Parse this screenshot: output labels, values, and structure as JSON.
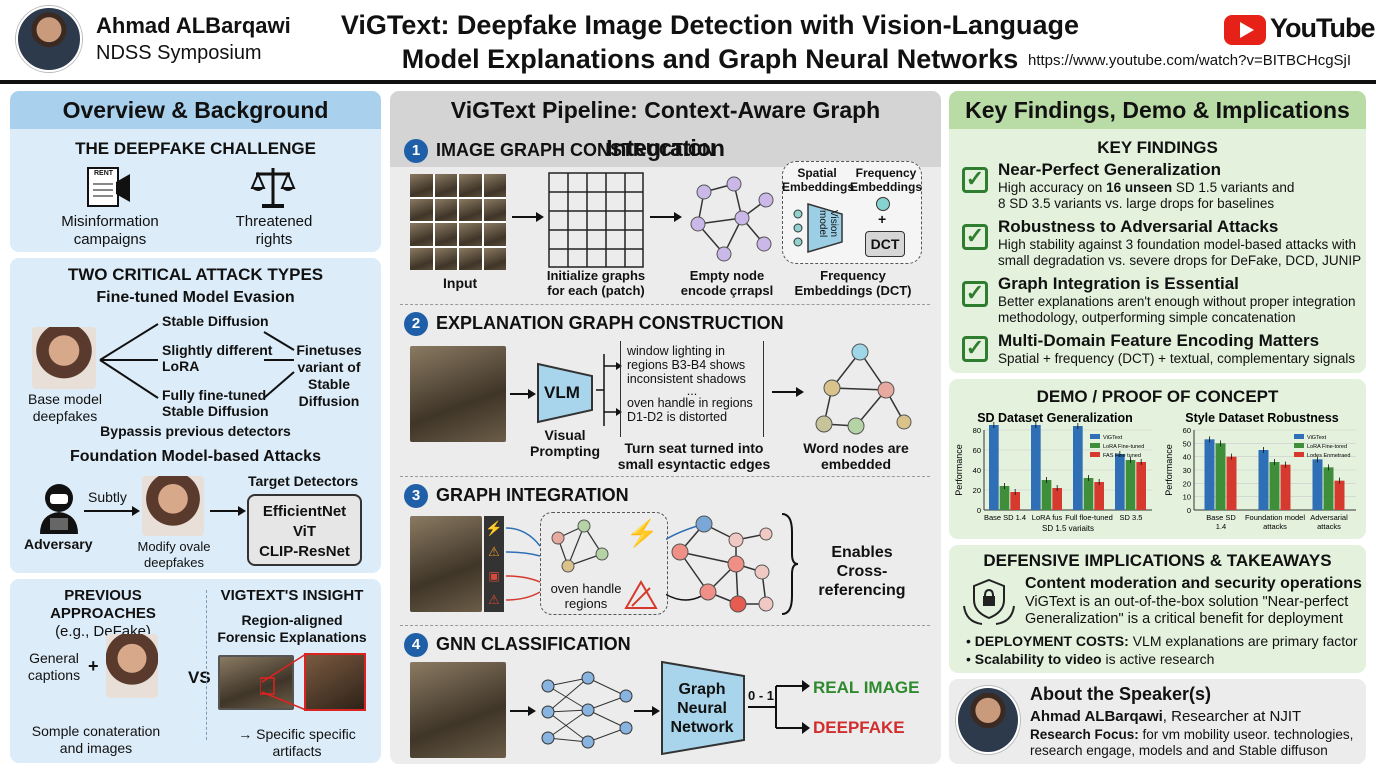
{
  "header": {
    "speaker": "Ahmad ALBarqawi",
    "venue": "NDSS Symposium",
    "title_line1": "ViGText: Deepfake Image Detection with Vision-Language",
    "title_line2": "Model Explanations and Graph Neural Networks",
    "url": "https://www.youtube.com/watch?v=BITBCHcgSjI",
    "youtube_label": "YouTube"
  },
  "left": {
    "title": "Overview & Background",
    "challenge": {
      "heading": "THE DEEPFAKE CHALLENGE",
      "item1_l1": "Misinformation",
      "item1_l2": "campaigns",
      "item2_l1": "Threatened",
      "item2_l2": "rights",
      "doc_text": "RENT"
    },
    "attacks": {
      "heading": "TWO CRITICAL ATTACK TYPES",
      "sub1": "Fine-tuned Model Evasion",
      "src_l1": "Base model",
      "src_l2": "deepfakes",
      "t1": "Stable Diffusion",
      "t2_l1": "Slightly different",
      "t2_l2": "LoRA",
      "t3_l1": "Fully fine-tuned",
      "t3_l2": "Stable Diffusion",
      "result_l1": "Finetuses",
      "result_l2": "variant of",
      "result_l3": "Stable",
      "result_l4": "Diffusion",
      "bypass": "Bypassis previous detectors",
      "sub2": "Foundation Model-based Attacks",
      "adversary": "Adversary",
      "subtly": "Subtly",
      "modify_l1": "Modify ovale",
      "modify_l2": "deepfakes",
      "target": "Target Detectors",
      "det1": "EfficientNet",
      "det2": "ViT",
      "det3": "CLIP-ResNet"
    },
    "prev": {
      "heading": "PREVIOUS APPROACHES",
      "sub": "(e.g., DeFake)",
      "gen_l1": "General",
      "gen_l2": "captions",
      "plus": "+",
      "bottom_l1": "Somple conateration",
      "bottom_l2": "and images",
      "vs": "VS"
    },
    "insight": {
      "heading": "VIGTEXT'S INSIGHT",
      "sub_l1": "Region-aligned",
      "sub_l2": "Forensic Explanations",
      "bottom_l1": "→ Specific specific",
      "bottom_l2": "artifacts"
    }
  },
  "middle": {
    "title": "ViGText Pipeline: Context-Aware Graph Integration",
    "s1": {
      "num": "1",
      "title": "IMAGE GRAPH CONSTRUCTION",
      "input": "Input",
      "init_l1": "Initialize graphs",
      "init_l2": "for each (patch)",
      "empty_l1": "Empty node",
      "empty_l2": "encode çrrapsl",
      "spatial_l1": "Spatial",
      "spatial_l2": "Embeddings",
      "freq_l1": "Frequency",
      "freq_l2": "Embeddings",
      "vision": "Vision model",
      "dct": "DCT",
      "plus": "+",
      "freqdct_l1": "Frequency",
      "freqdct_l2": "Embeddings (DCT)"
    },
    "s2": {
      "num": "2",
      "title": "EXPLANATION GRAPH CONSTRUCTION",
      "vlm": "VLM",
      "vp_l1": "Visual",
      "vp_l2": "Prompting",
      "e1": "window lighting in",
      "e2": "regions B3-B4 shows",
      "e3": "inconsistent shadows",
      "e4": "...",
      "e5": "oven handle in regions",
      "e6": "D1-D2 is distorted",
      "turn_l1": "Turn seat turned into",
      "turn_l2": "small esyntactic edges",
      "word_l1": "Word nodes are",
      "word_l2": "embedded"
    },
    "s3": {
      "num": "3",
      "title": "GRAPH INTEGRATION",
      "oven_l1": "oven handle",
      "oven_l2": "regions",
      "enables_l1": "Enables",
      "enables_l2": "Cross-referencing"
    },
    "s4": {
      "num": "4",
      "title": "GNN CLASSIFICATION",
      "gnn_l1": "Graph",
      "gnn_l2": "Neural",
      "gnn_l3": "Network",
      "range": "0 - 1",
      "real": "REAL IMAGE",
      "fake": "DEEPFAKE"
    }
  },
  "right": {
    "title": "Key Findings, Demo & Implications",
    "findings": {
      "heading": "KEY FINDINGS",
      "items": [
        {
          "title": "Near-Perfect Generalization",
          "d1a": "High accuracy on ",
          "d1b": "16 unseen",
          "d1c": " SD 1.5 variants and",
          "d2": "8 SD 3.5 variants vs. large drops for baselines"
        },
        {
          "title": "Robustness to Adversarial Attacks",
          "d1": "High stability against 3 foundation model-based attacks with",
          "d2": "small degradation vs. severe drops for DeFake, DCD, JUNIP"
        },
        {
          "title": "Graph Integration is Essential",
          "d1": "Better explanations aren't enough without proper integration",
          "d2": "methodology, outperforming simple concatenation"
        },
        {
          "title": "Multi-Domain Feature Encoding Matters",
          "d1": "Spatial + frequency (DCT) + textual, complementary signals"
        }
      ]
    },
    "demo": {
      "heading": "DEMO / PROOF OF CONCEPT"
    },
    "implications": {
      "heading": "DEFENSIVE IMPLICATIONS & TAKEAWAYS",
      "sub": "Content moderation and security operations",
      "p1": "ViGText is an out-of-the-box solution \"Near-perfect",
      "p2": "Generalization\" is a critical benefit for deployment",
      "b1a": "DEPLOYMENT COSTS:",
      "b1b": " VLM explanations are primary factor",
      "b2a": "Scalability to video",
      "b2b": " is active research"
    },
    "speaker": {
      "heading": "About the Speaker(s)",
      "name": "Ahmad ALBarqawi",
      "role": ", Researcher at NJIT",
      "rf_label": "Research Focus:",
      "rf_text": " for vm mobility useor. technologies,",
      "rf_text2": "research engage, models and and Stable diffuson"
    }
  },
  "chart_data": [
    {
      "type": "bar",
      "title": "SD Dataset Generalization",
      "ylabel": "Performance",
      "ylim": [
        0,
        80
      ],
      "yticks": [
        0,
        20,
        40,
        60,
        80
      ],
      "categories": [
        "Base SD 1.4",
        "LoRA fus",
        "Full floe-tuned",
        "SD 3.5"
      ],
      "xlabel": "SD 1.5 variaits",
      "series": [
        {
          "name": "ViGText",
          "color": "#2e6fb5",
          "values": [
            85,
            85,
            84,
            56
          ]
        },
        {
          "name": "LoRA Fine-tuned",
          "color": "#3f8f3a",
          "values": [
            24,
            30,
            32,
            50
          ]
        },
        {
          "name": "FAS Fine tuned",
          "color": "#d63a2f",
          "values": [
            18,
            22,
            28,
            48
          ]
        }
      ]
    },
    {
      "type": "bar",
      "title": "Style Dataset Robustness",
      "ylabel": "Performance",
      "ylim": [
        0,
        60
      ],
      "yticks": [
        0,
        10,
        20,
        30,
        40,
        50,
        60
      ],
      "categories": [
        "Base SD 1.4",
        "Foundation model attacks",
        "Adversarial attacks"
      ],
      "series": [
        {
          "name": "ViGText",
          "color": "#2e6fb5",
          "values": [
            53,
            45,
            38
          ]
        },
        {
          "name": "LoRA Fine-tored",
          "color": "#3f8f3a",
          "values": [
            50,
            36,
            32
          ]
        },
        {
          "name": "Lodes Enmetraed",
          "color": "#d63a2f",
          "values": [
            40,
            34,
            22
          ]
        }
      ]
    }
  ]
}
